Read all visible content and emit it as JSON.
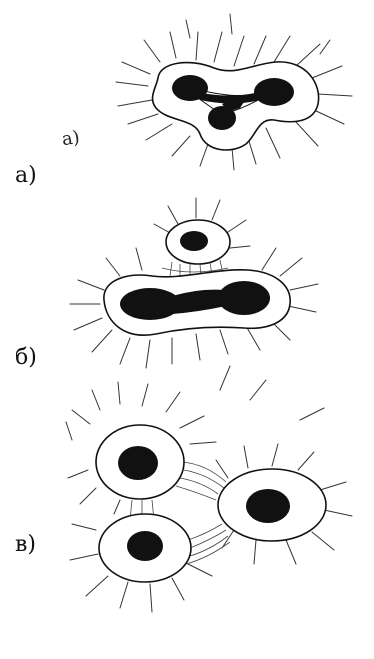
{
  "panels": [
    {
      "id": "a",
      "label": "а)"
    },
    {
      "id": "b",
      "label": "б)"
    },
    {
      "id": "c",
      "label": "в)"
    }
  ],
  "stray_label": "а)"
}
